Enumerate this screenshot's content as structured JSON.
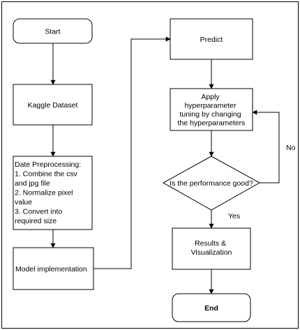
{
  "nodes": {
    "start": {
      "label": "Start"
    },
    "dataset": {
      "label": "Kaggle Dataset"
    },
    "preprocessing": {
      "lines": [
        "Date Preprocessing:",
        "1. Combine the csv",
        "and jpg file",
        "2. Normalize pixel",
        "value",
        "3. Convert into",
        "required size"
      ]
    },
    "model": {
      "label": "Model implementation"
    },
    "predict": {
      "label": "Predict"
    },
    "tuning": {
      "lines": [
        "Apply",
        "hyperparameter",
        "tuning by changing",
        "the hyperparameters"
      ]
    },
    "decision": {
      "label": "Is the performance good?"
    },
    "results": {
      "lines": [
        "Results &",
        "Visualization"
      ]
    },
    "end": {
      "label": "End"
    }
  },
  "edges": {
    "no_label": "No",
    "yes_label": "Yes"
  }
}
